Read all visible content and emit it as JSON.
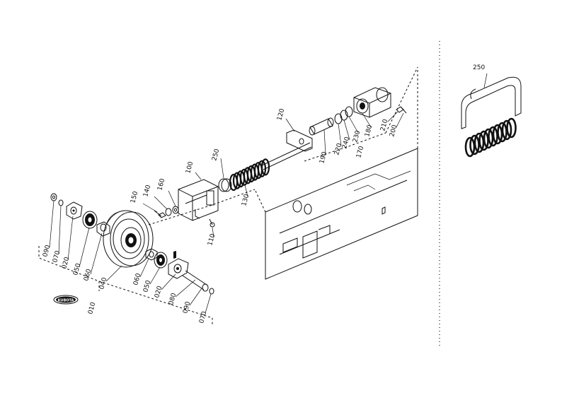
{
  "diagram": {
    "logo_text": "KUBOTA",
    "labels": {
      "l010": "010",
      "l020a": "020",
      "l020b": "020",
      "l040": "040",
      "l050a": "050",
      "l050b": "050",
      "l060a": "060",
      "l060b": "060",
      "l070a": "070",
      "l070b": "070",
      "l080": "080",
      "l090a": "090",
      "l090b": "090",
      "l100": "100",
      "l110": "110",
      "l120": "120",
      "l130": "130",
      "l140": "140",
      "l150": "150",
      "l160": "160",
      "l170": "170",
      "l180": "180",
      "l190": "190",
      "l200": "200",
      "l210": "210",
      "l220": "220",
      "l230": "230",
      "l240": "240",
      "l250a": "250",
      "l250b": "250"
    }
  }
}
